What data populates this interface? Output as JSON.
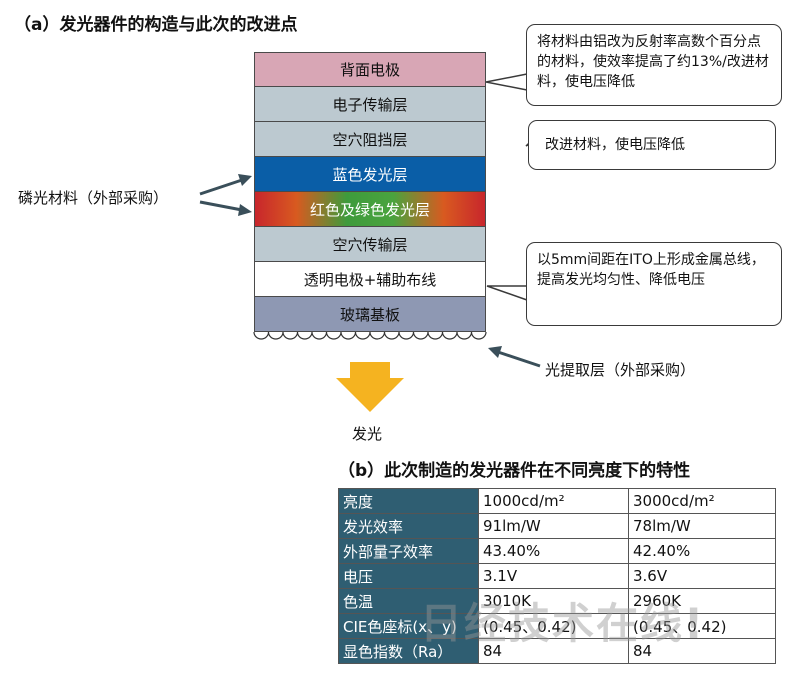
{
  "section_a_title": "（a）发光器件的构造与此次的改进点",
  "section_b_title": "（b）此次制造的发光器件在不同亮度下的特性",
  "layers": [
    {
      "label": "背面电极",
      "bg": "#d8a6b5",
      "color": "#111111"
    },
    {
      "label": "电子传输层",
      "bg": "#bcc9d0",
      "color": "#111111"
    },
    {
      "label": "空穴阻挡层",
      "bg": "#bcc9d0",
      "color": "#111111"
    },
    {
      "label": "蓝色发光层",
      "bg": "#0a5ea7",
      "color": "#ffffff"
    },
    {
      "label": "红色及绿色发光层",
      "bg": "linear-gradient(90deg,#c8262c 0%,#d85a20 18%,#3e9b3c 40%,#4aa33e 60%,#d85a20 82%,#c8262c 100%)",
      "color": "#ffffff"
    },
    {
      "label": "空穴传输层",
      "bg": "#bcc9d0",
      "color": "#111111"
    },
    {
      "label": "透明电极+辅助布线",
      "bg": "#ffffff",
      "color": "#111111"
    },
    {
      "label": "玻璃基板",
      "bg": "#8e98b3",
      "color": "#111111"
    }
  ],
  "callouts": {
    "electrode": "将材料由铝改为反射率高数个百分点的材料，使效率提高了约13%/改进材料，使电压降低",
    "hole_block": "改进材料，使电压降低",
    "wiring": "以5mm间距在ITO上形成金属总线，提高发光均匀性、降低电压"
  },
  "labels": {
    "phosphor": "磷光材料（外部采购）",
    "extraction": "光提取层（外部采购）",
    "emission": "发光"
  },
  "table": {
    "rows": [
      {
        "label": "亮度",
        "v1": "1000cd/m²",
        "v2": "3000cd/m²"
      },
      {
        "label": "发光效率",
        "v1": "91lm/W",
        "v2": "78lm/W"
      },
      {
        "label": "外部量子效率",
        "v1": "43.40%",
        "v2": "42.40%"
      },
      {
        "label": "电压",
        "v1": "3.1V",
        "v2": "3.6V"
      },
      {
        "label": "色温",
        "v1": "3010K",
        "v2": "2960K"
      },
      {
        "label": "CIE色座标(x、y)",
        "v1": "(0.45、0.42)",
        "v2": "(0.45、0.42)"
      },
      {
        "label": "显色指数（Ra）",
        "v1": "84",
        "v2": "84"
      }
    ]
  },
  "watermark": "日经技术在线!",
  "colors": {
    "table_header": "#2f5e72",
    "arrow": "#f5b320",
    "pointer": "#3a4f5a"
  }
}
